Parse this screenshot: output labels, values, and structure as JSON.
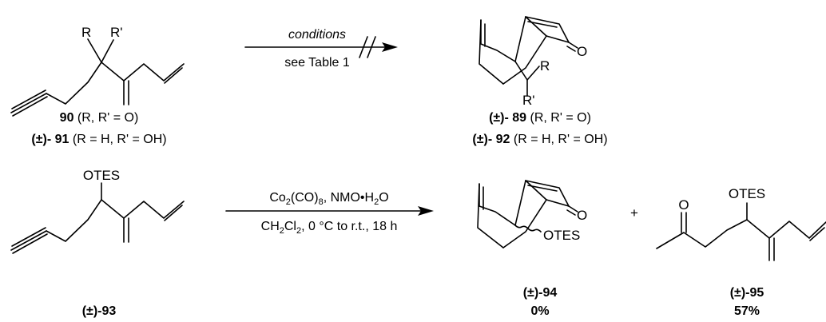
{
  "scheme1": {
    "reactant_90": {
      "compound": "90",
      "substituents": "(R, R' = O)"
    },
    "reactant_91": {
      "stereo": "(±)-",
      "compound": "91",
      "substituents": "(R = H, R' = OH)"
    },
    "reactant_atoms": {
      "r": "R",
      "r_prime": "R'"
    },
    "arrow": {
      "above": "conditions",
      "below": "see Table 1"
    },
    "product_89": {
      "stereo": "(±)-",
      "compound": "89",
      "substituents": "(R, R' = O)"
    },
    "product_92": {
      "stereo": "(±)-",
      "compound": "92",
      "substituents": "(R = H, R' = OH)"
    },
    "product_atoms": {
      "o": "O",
      "r": "R",
      "r_prime": "R'"
    }
  },
  "scheme2": {
    "reactant": {
      "label": "(±)-93",
      "group": "OTES"
    },
    "arrow": {
      "above_a": "Co",
      "above_sub1": "2",
      "above_b": "(CO)",
      "above_sub2": "8",
      "above_c": ", NMO•H",
      "above_sub3": "2",
      "above_d": "O",
      "below_a": "CH",
      "below_sub1": "2",
      "below_b": "Cl",
      "below_sub2": "2",
      "below_c": ", 0 °C to r.t., 18 h"
    },
    "product_94": {
      "label": "(±)-94",
      "yield": "0%",
      "o": "O",
      "group": "OTES"
    },
    "plus": "+",
    "product_95": {
      "label": "(±)-95",
      "yield": "57%",
      "o": "O",
      "group": "OTES"
    }
  }
}
